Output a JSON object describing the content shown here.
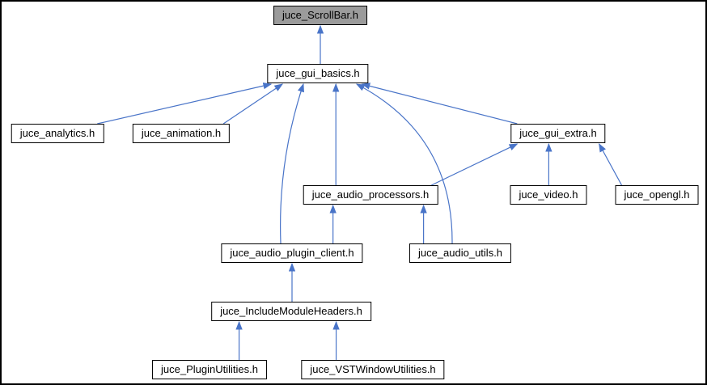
{
  "diagram": {
    "type": "include-dependency-graph",
    "root_file": "juce_ScrollBar.h",
    "nodes": [
      {
        "id": "scrollbar",
        "label": "juce_ScrollBar.h",
        "current": true
      },
      {
        "id": "gui_basics",
        "label": "juce_gui_basics.h"
      },
      {
        "id": "analytics",
        "label": "juce_analytics.h"
      },
      {
        "id": "animation",
        "label": "juce_animation.h"
      },
      {
        "id": "gui_extra",
        "label": "juce_gui_extra.h"
      },
      {
        "id": "audio_processors",
        "label": "juce_audio_processors.h"
      },
      {
        "id": "video",
        "label": "juce_video.h"
      },
      {
        "id": "opengl",
        "label": "juce_opengl.h"
      },
      {
        "id": "plugin_client",
        "label": "juce_audio_plugin_client.h"
      },
      {
        "id": "audio_utils",
        "label": "juce_audio_utils.h"
      },
      {
        "id": "include_module_headers",
        "label": "juce_IncludeModuleHeaders.h"
      },
      {
        "id": "plugin_utilities",
        "label": "juce_PluginUtilities.h"
      },
      {
        "id": "vst_window_utilities",
        "label": "juce_VSTWindowUtilities.h"
      }
    ],
    "edges": [
      {
        "from": "gui_basics",
        "to": "scrollbar"
      },
      {
        "from": "analytics",
        "to": "gui_basics"
      },
      {
        "from": "animation",
        "to": "gui_basics"
      },
      {
        "from": "gui_extra",
        "to": "gui_basics"
      },
      {
        "from": "audio_processors",
        "to": "gui_basics"
      },
      {
        "from": "plugin_client",
        "to": "gui_basics"
      },
      {
        "from": "audio_utils",
        "to": "gui_basics"
      },
      {
        "from": "audio_processors",
        "to": "gui_extra"
      },
      {
        "from": "video",
        "to": "gui_extra"
      },
      {
        "from": "opengl",
        "to": "gui_extra"
      },
      {
        "from": "plugin_client",
        "to": "audio_processors"
      },
      {
        "from": "audio_utils",
        "to": "audio_processors"
      },
      {
        "from": "include_module_headers",
        "to": "plugin_client"
      },
      {
        "from": "plugin_utilities",
        "to": "include_module_headers"
      },
      {
        "from": "vst_window_utilities",
        "to": "include_module_headers"
      }
    ],
    "colors": {
      "edge": "#4974c8",
      "node_fill": "#ffffff",
      "node_border": "#000000",
      "current_node_fill": "#9b9b9b",
      "background": "#ffffff",
      "frame": "#000000"
    }
  }
}
